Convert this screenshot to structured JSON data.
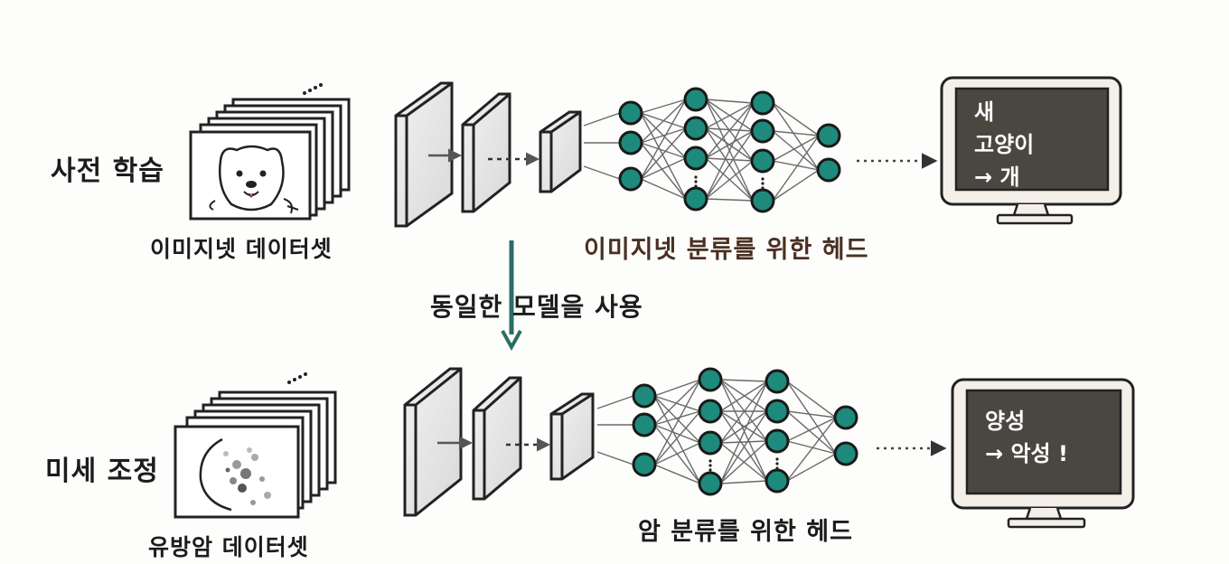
{
  "stages": {
    "pretrain": {
      "label": "사전 학습",
      "dataset_label": "이미지넷 데이터셋",
      "head_label": "이미지넷 분류를 위한 헤드",
      "output_lines": [
        "새",
        "고양이",
        "→ 개"
      ]
    },
    "finetune": {
      "label": "미세 조정",
      "dataset_label": "유방암 데이터셋",
      "head_label": "암 분류를 위한 헤드",
      "output_lines": [
        "양성",
        "→ 악성 !"
      ]
    }
  },
  "transfer_label": "동일한 모델을 사용",
  "colors": {
    "node_fill": "#1d8a7c",
    "node_stroke": "#1a1a1a",
    "transfer_arrow": "#2b6e66",
    "screen_fill": "#4a4741",
    "monitor_bezel": "#f4efe8"
  }
}
